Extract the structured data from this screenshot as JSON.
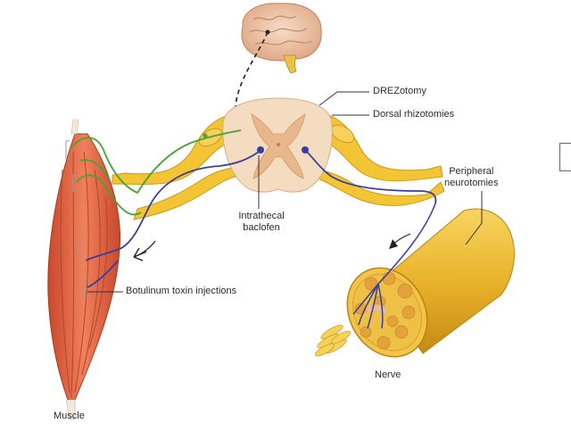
{
  "labels": {
    "drezotomy": "DREZotomy",
    "dorsal_rhizotomies": "Dorsal rhizotomies",
    "peripheral_neurotomies": "Peripheral\nneurotomies",
    "intrathecal_baclofen": "Intrathecal\nbaclofen",
    "botulinum": "Botulinum toxin injections",
    "nerve": "Nerve",
    "muscle": "Muscle"
  },
  "colors": {
    "nerve_yellow": "#f2c230",
    "nerve_dark": "#c9951a",
    "cord_tan": "#f3dcbf",
    "cord_gray_matter": "#e9b98a",
    "muscle_red": "#e0613e",
    "afferent_green": "#4aa336",
    "efferent_blue": "#3b3f9a",
    "brain_pink": "#f0c9ad"
  }
}
